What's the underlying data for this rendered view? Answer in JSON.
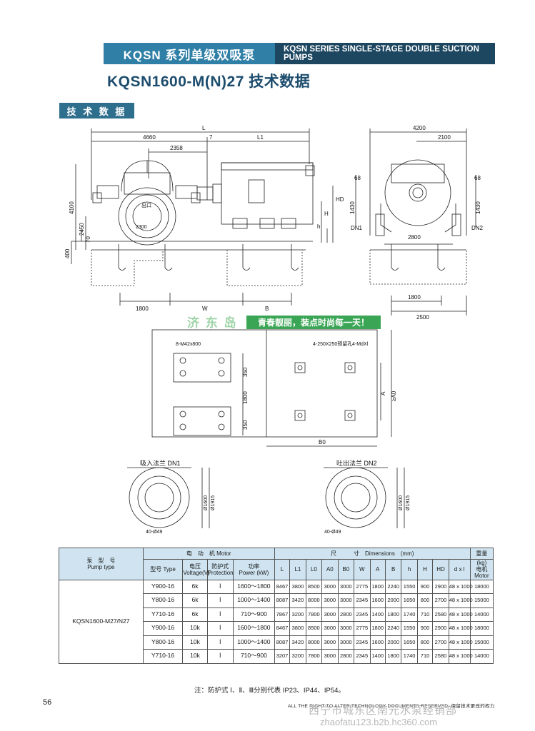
{
  "header": {
    "series_cn": "KQSN 系列单级双吸泵",
    "series_en": "KQSN SERIES SINGLE-STAGE DOUBLE SUCTION PUMPS",
    "model_title": "KQSN1600-M(N)27 技术数据"
  },
  "section_tab": "技 术 数 据",
  "drawing": {
    "front": {
      "L": "L",
      "d4660": "4660",
      "d7": "7",
      "L1": "L1",
      "d2358": "2358",
      "d4100": "4100",
      "d2450": "2450",
      "d70": "70",
      "d400": "400",
      "d2300": "2300",
      "outlet": "出口",
      "HD": "HD",
      "H": "H",
      "h": "h",
      "d1800": "1800",
      "W": "W",
      "B": "B"
    },
    "side": {
      "d4200": "4200",
      "d2100": "2100",
      "d68a": "68",
      "d68b": "68",
      "d1430a": "1430",
      "d1430b": "1430",
      "DN1": "DN1",
      "DN2": "DN2",
      "d2800": "2800",
      "d1800": "1800",
      "d2500": "2500"
    },
    "foundation": {
      "bolts_left": "8-M42x800",
      "holes": "4-250X250预留孔",
      "bolts_right": "4-MdXl",
      "d350a": "350",
      "d1800": "1800",
      "d350b": "350",
      "A": "A",
      "A0": "≥A0",
      "B0": "B0"
    },
    "flanges": {
      "suction_label": "吸入法兰 DN1",
      "discharge_label": "吐出法兰 DN2",
      "d1600": "Ø1600",
      "d1915": "Ø1915",
      "holes": "40-Ø49"
    }
  },
  "banner": {
    "brand": "济 东 岛",
    "slogan": "青春靓丽，装点时尚每一天！"
  },
  "table": {
    "head": {
      "pump_type_cn": "泵　型　号",
      "pump_type_en": "Pump type",
      "motor": "电　动　机 Motor",
      "dims": "尺　　　寸　Dimensions　(mm)",
      "weight_cn": "重量",
      "weight_unit": "(kg)",
      "type": "型号 Type",
      "voltage_cn": "电压",
      "voltage_en": "Voltage(V)",
      "protection_cn": "防护式",
      "protection_en": "Protection",
      "power_cn": "功率",
      "power_en": "Power (kW)",
      "L": "L",
      "L1": "L1",
      "L0": "L0",
      "A0": "A0",
      "B0": "B0",
      "W": "W",
      "A": "A",
      "B": "B",
      "h": "h",
      "H": "H",
      "HD": "HD",
      "dxl": "d x l",
      "motor_cn": "电机",
      "motor_en": "Motor"
    },
    "pump_model": "KQSN1600-M27/N27",
    "rows": [
      [
        "Y900-16",
        "6k",
        "Ⅰ",
        "1600～1800",
        "8467",
        "3800",
        "8500",
        "3000",
        "3000",
        "2775",
        "1800",
        "2240",
        "1550",
        "900",
        "2900",
        "48 x 1000",
        "18000"
      ],
      [
        "Y800-16",
        "6k",
        "Ⅰ",
        "1000～1400",
        "8087",
        "3420",
        "8000",
        "3000",
        "3000",
        "2345",
        "1600",
        "2000",
        "1650",
        "800",
        "2700",
        "48 x 1000",
        "15000"
      ],
      [
        "Y710-16",
        "6k",
        "Ⅰ",
        "710～900",
        "7867",
        "3200",
        "7800",
        "3000",
        "2800",
        "2345",
        "1400",
        "1800",
        "1740",
        "710",
        "2580",
        "48 x 1000",
        "14000"
      ],
      [
        "Y900-16",
        "10k",
        "Ⅰ",
        "1600～1800",
        "8467",
        "3800",
        "8500",
        "3000",
        "3000",
        "2775",
        "1800",
        "2240",
        "1550",
        "900",
        "2900",
        "48 x 1000",
        "18000"
      ],
      [
        "Y800-16",
        "10k",
        "Ⅰ",
        "1000～1400",
        "8087",
        "3420",
        "8000",
        "3000",
        "3000",
        "2345",
        "1600",
        "2000",
        "1650",
        "800",
        "2700",
        "48 x 1000",
        "15000"
      ],
      [
        "Y710-16",
        "10k",
        "Ⅰ",
        "710～900",
        "3207",
        "3200",
        "7800",
        "3000",
        "2800",
        "2345",
        "1400",
        "1800",
        "1740",
        "710",
        "2580",
        "48 x 1000",
        "14000"
      ]
    ]
  },
  "note": "注：防护式 Ⅰ、Ⅱ、Ⅲ分别代表 IP23、IP44、IP54。",
  "footer": {
    "page_number": "56",
    "rights": "ALL THE RIGHT TO ALTER TECHNOLOGY DOCUMENTS RESERVED. 保留技术更改的权力",
    "watermark_store": "西宁市城东区南元水泵经销部",
    "watermark_url": "zhaofatu123.b2b.hc360.com"
  }
}
